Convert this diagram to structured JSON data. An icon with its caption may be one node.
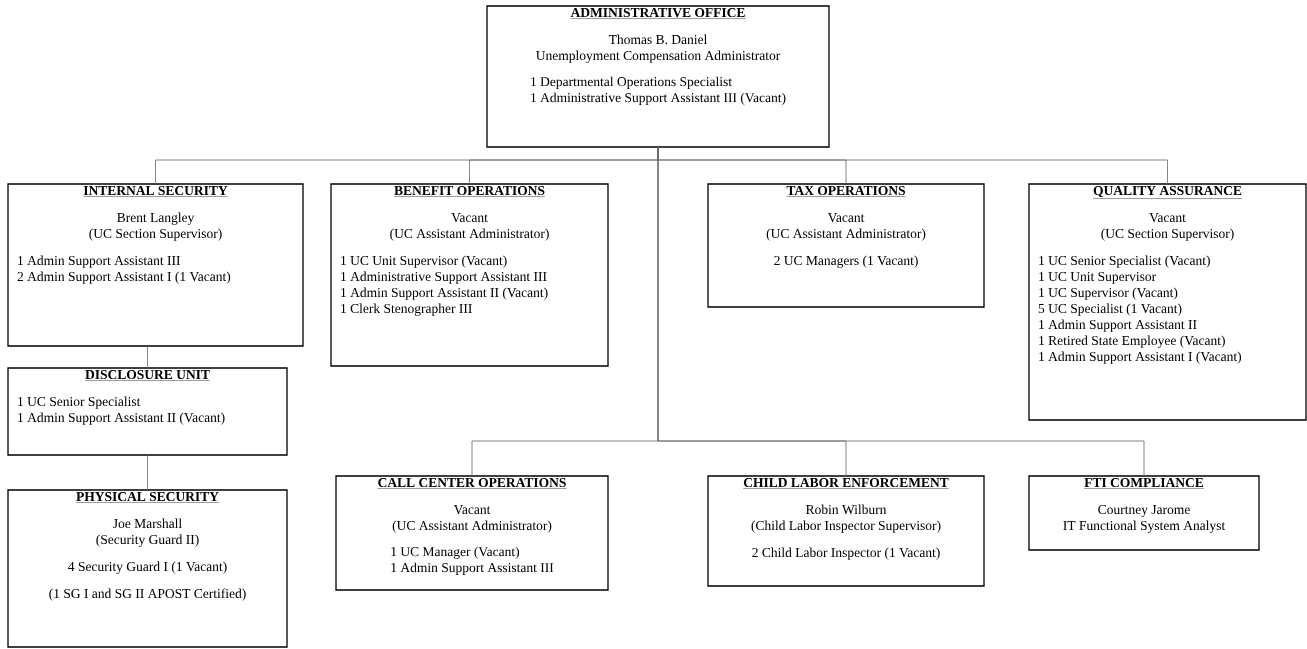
{
  "diagram": {
    "nodes": [
      {
        "text": [
          "ADMINISTRATIVE OFFICE",
          "Thomas B. Daniel",
          "Unemployment Compensation Administrator",
          "1 Departmental Operations Specialist",
          "1 Administrative Support Assistant III (Vacant)"
        ]
      },
      {
        "text": [
          "INTERNAL SECURITY",
          "Brent Langley",
          "(UC Section Supervisor)",
          "1 Admin Support Assistant III",
          "2 Admin Support Assistant I (1 Vacant)"
        ]
      },
      {
        "text": [
          "BENEFIT OPERATIONS",
          "Vacant",
          "(UC Assistant Administrator)",
          "1 UC Unit Supervisor (Vacant)",
          "1 Administrative Support Assistant III",
          "1 Admin Support Assistant II (Vacant)",
          "1 Clerk Stenographer III"
        ]
      },
      {
        "text": [
          "TAX OPERATIONS",
          "Vacant",
          "(UC Assistant Administrator)",
          "2 UC Managers (1 Vacant)"
        ]
      },
      {
        "text": [
          "QUALITY ASSURANCE",
          "Vacant",
          "(UC Section Supervisor)",
          "1 UC Senior Specialist (Vacant)",
          "1 UC Unit Supervisor",
          "1 UC Supervisor (Vacant)",
          "5 UC Specialist (1 Vacant)",
          "1 Admin Support Assistant II",
          "1 Retired State Employee (Vacant)",
          "1 Admin Support Assistant I (Vacant)"
        ]
      },
      {
        "text": [
          "DISCLOSURE UNIT",
          "1 UC Senior Specialist",
          "1 Admin Support Assistant II (Vacant)"
        ]
      },
      {
        "text": [
          "PHYSICAL SECURITY",
          "Joe Marshall",
          "(Security Guard II)",
          "4 Security Guard I (1 Vacant)",
          "(1 SG I and SG II APOST Certified)"
        ]
      },
      {
        "text": [
          "CALL CENTER OPERATIONS",
          "Vacant",
          "(UC Assistant Administrator)",
          "1 UC Manager (Vacant)",
          "1 Admin Support Assistant III"
        ]
      },
      {
        "text": [
          "CHILD LABOR ENFORCEMENT",
          "Robin Wilburn",
          "(Child Labor Inspector Supervisor)",
          "2 Child Labor Inspector (1 Vacant)"
        ]
      },
      {
        "text": [
          "FTI COMPLIANCE",
          "Courtney Jarome",
          "IT Functional System Analyst"
        ]
      }
    ],
    "edges": [
      {
        "from": 0,
        "to": 1,
        "arrow": "none"
      },
      {
        "from": 0,
        "to": 2,
        "arrow": "none"
      },
      {
        "from": 0,
        "to": 3,
        "arrow": "none"
      },
      {
        "from": 0,
        "to": 4,
        "arrow": "none"
      },
      {
        "from": 0,
        "to": 7,
        "arrow": "none"
      },
      {
        "from": 0,
        "to": 8,
        "arrow": "none"
      },
      {
        "from": 0,
        "to": 9,
        "arrow": "none"
      },
      {
        "from": 1,
        "to": 5,
        "arrow": "none"
      },
      {
        "from": 5,
        "to": 6,
        "arrow": "none"
      }
    ]
  }
}
